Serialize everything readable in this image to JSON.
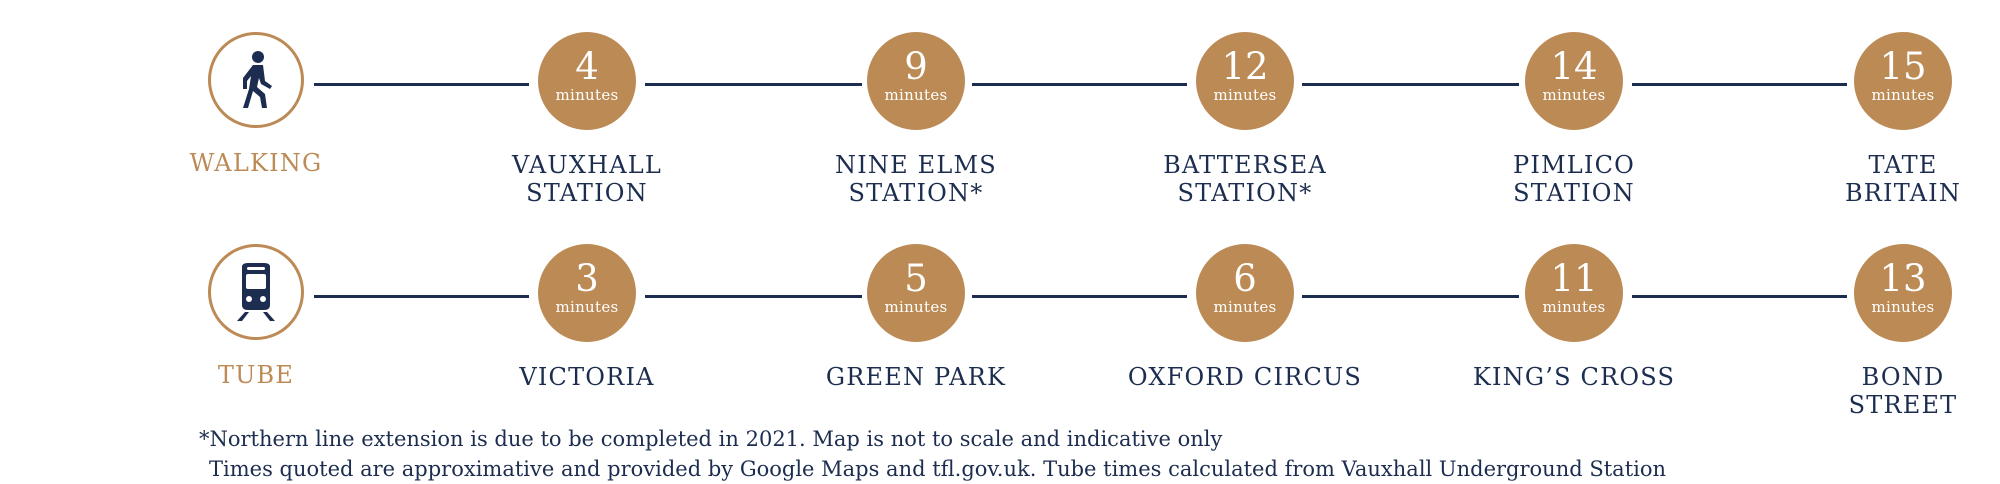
{
  "routes": [
    {
      "mode_label": "WALKING",
      "mode_icon": "walking-person-icon",
      "stops": [
        {
          "time": "4",
          "unit": "minutes",
          "name_lines": [
            "VAUXHALL",
            "STATION"
          ]
        },
        {
          "time": "9",
          "unit": "minutes",
          "name_lines": [
            "NINE ELMS",
            "STATION*"
          ]
        },
        {
          "time": "12",
          "unit": "minutes",
          "name_lines": [
            "BATTERSEA",
            "STATION*"
          ]
        },
        {
          "time": "14",
          "unit": "minutes",
          "name_lines": [
            "PIMLICO",
            "STATION"
          ]
        },
        {
          "time": "15",
          "unit": "minutes",
          "name_lines": [
            "TATE",
            "BRITAIN"
          ]
        }
      ]
    },
    {
      "mode_label": "TUBE",
      "mode_icon": "tube-train-icon",
      "stops": [
        {
          "time": "3",
          "unit": "minutes",
          "name_lines": [
            "VICTORIA"
          ]
        },
        {
          "time": "5",
          "unit": "minutes",
          "name_lines": [
            "GREEN PARK"
          ]
        },
        {
          "time": "6",
          "unit": "minutes",
          "name_lines": [
            "OXFORD CIRCUS"
          ]
        },
        {
          "time": "11",
          "unit": "minutes",
          "name_lines": [
            "KING’S CROSS"
          ]
        },
        {
          "time": "13",
          "unit": "minutes",
          "name_lines": [
            "BOND",
            "STREET"
          ]
        }
      ]
    }
  ],
  "footnotes": [
    "*Northern line extension is due to be completed in 2021. Map is not to scale and indicative only",
    "Times quoted are approximative and provided by Google Maps and tfl.gov.uk. Tube times calculated from Vauxhall Underground Station"
  ],
  "colors": {
    "accent_gold": "#bc8a55",
    "navy": "#1c2d4f",
    "background": "#ffffff"
  }
}
